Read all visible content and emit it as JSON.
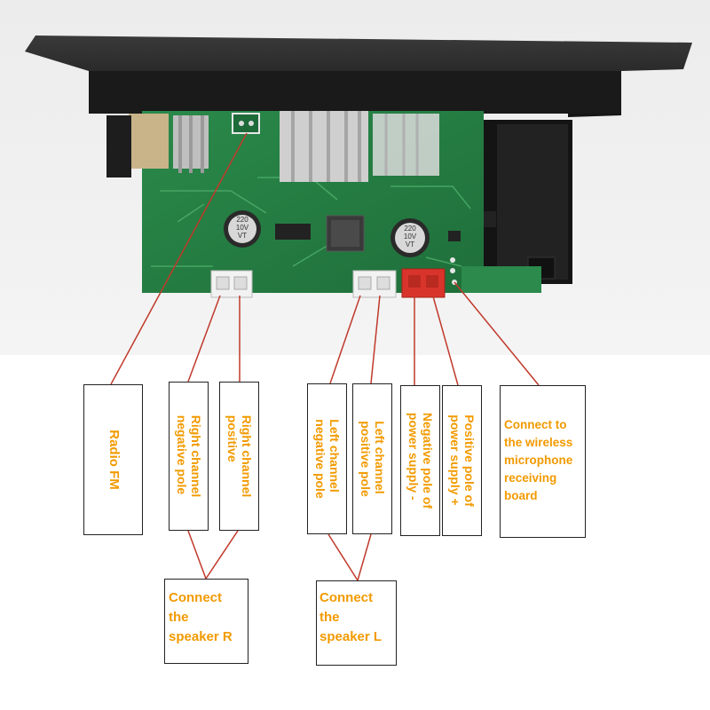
{
  "photo": {
    "cap1": "220\n10V\nVT",
    "cap2": "220\n10V\nVT"
  },
  "labels": {
    "radio_fm": "Radio FM",
    "right_neg": "Right channel\nnegative pole",
    "right_pos": "Right channel\npositive",
    "left_neg": "Left channel\nnegative pole",
    "left_pos": "Left channel\npositive pole",
    "power_neg": "Negative pole of\npower supply -",
    "power_pos": "Positive pole of\npower supply +",
    "wireless_mic": "Connect to\nthe wireless\nmicrophone\nreceiving\nboard",
    "speaker_r": "Connect\nthe\nspeaker R",
    "speaker_l": "Connect\nthe\nspeaker L"
  },
  "colors": {
    "label_text": "#f29a00",
    "leader_line": "#c0392b",
    "pcb_green": "#2f8f4e",
    "panel_black": "#1c1c1c",
    "red_connector": "#d9342b",
    "white_connector": "#f2f2f2"
  }
}
